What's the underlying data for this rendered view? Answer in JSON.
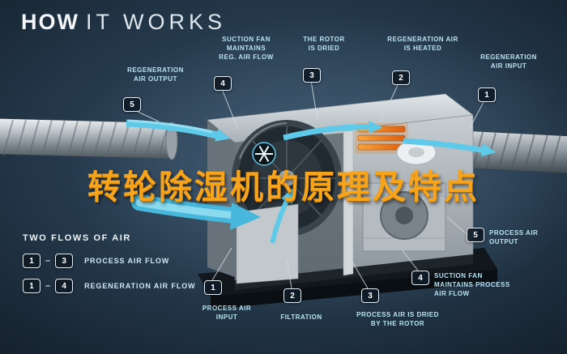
{
  "title": {
    "bold": "HOW",
    "light": "IT WORKS"
  },
  "overlay": {
    "text": "转轮除湿机的原理及特点"
  },
  "callouts": [
    {
      "num": "5",
      "label": "REGENERATION\nAIR OUTPUT"
    },
    {
      "num": "4",
      "label": "SUCTION FAN\nMAINTAINS\nREG. AIR FLOW"
    },
    {
      "num": "3",
      "label": "THE ROTOR\nIS DRIED"
    },
    {
      "num": "2",
      "label": "REGENERATION AIR\nIS HEATED"
    },
    {
      "num": "1",
      "label": "REGENERATION\nAIR INPUT"
    },
    {
      "num": "5",
      "label": "PROCESS AIR\nOUTPUT"
    },
    {
      "num": "4",
      "label": "SUCTION FAN\nMAINTAINS PROCESS\nAIR FLOW"
    },
    {
      "num": "3",
      "label": "PROCESS AIR IS DRIED\nBY THE ROTOR"
    },
    {
      "num": "2",
      "label": "FILTRATION"
    },
    {
      "num": "1",
      "label": "PROCESS AIR\nINPUT"
    }
  ],
  "legend": {
    "heading": "TWO FLOWS OF AIR",
    "rows": [
      {
        "from": "1",
        "dash": "–",
        "to": "3",
        "label": "PROCESS AIR FLOW"
      },
      {
        "from": "1",
        "dash": "–",
        "to": "4",
        "label": "REGENERATION AIR FLOW"
      }
    ]
  },
  "colors": {
    "background": "#22374A",
    "accent_cyan": "#5EC9E9",
    "label_cyan": "#B9E3F2",
    "badge_border": "#E9EFF3",
    "overlay_orange": "#F7A41D",
    "heater_orange": "#E97A1E"
  }
}
